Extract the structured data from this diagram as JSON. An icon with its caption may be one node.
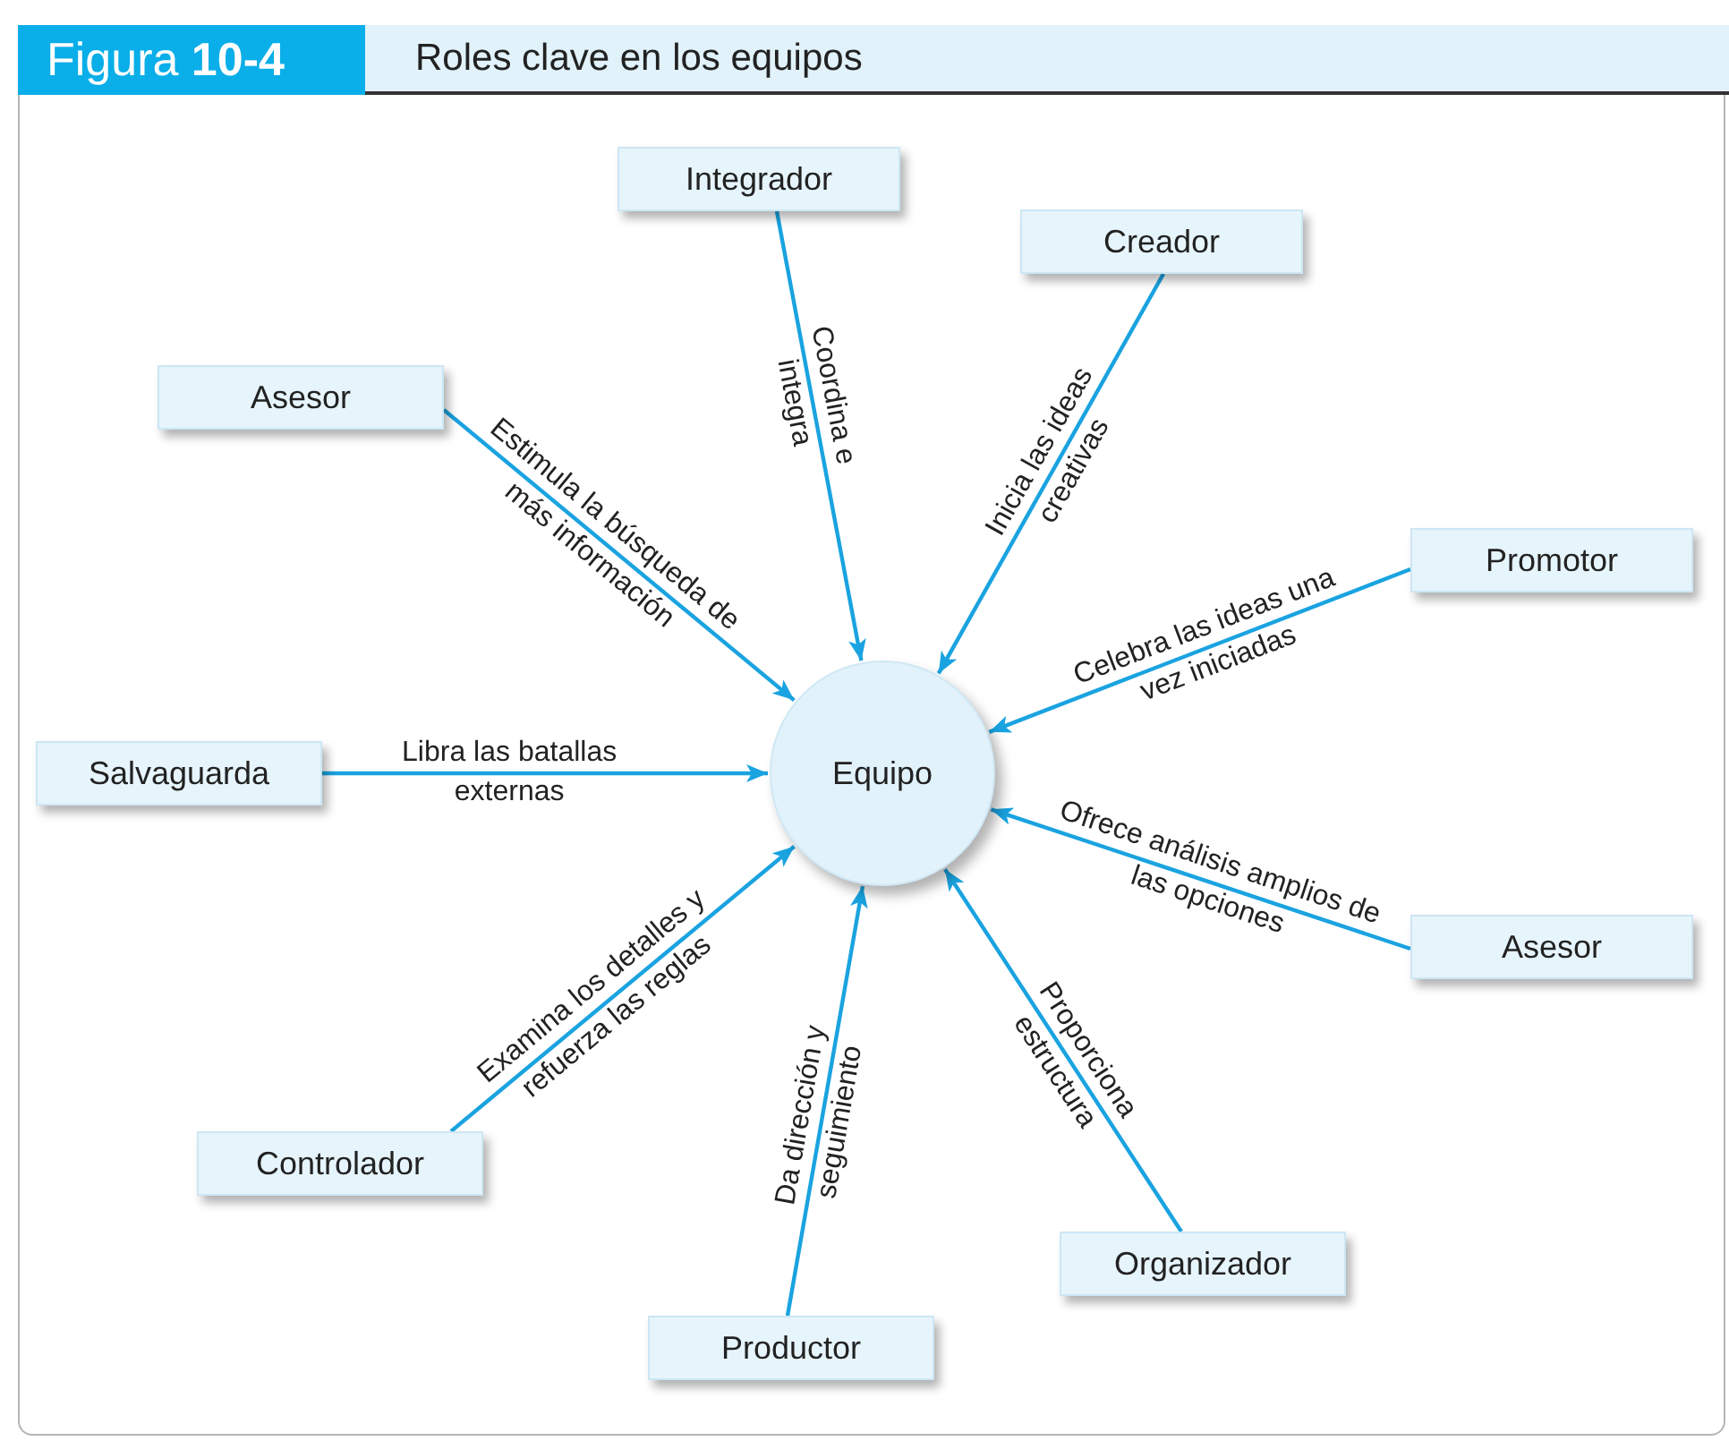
{
  "diagram": {
    "title": "Figura **10-4**",
    "caption": "Roles clave en los equipos",
    "nodes": [
      {
        "text": [
          "Equipo"
        ]
      },
      {
        "text": [
          "Integrador"
        ]
      },
      {
        "text": [
          "Creador"
        ]
      },
      {
        "text": [
          "Asesor"
        ]
      },
      {
        "text": [
          "Promotor"
        ]
      },
      {
        "text": [
          "Salvaguarda"
        ]
      },
      {
        "text": [
          "Asesor"
        ]
      },
      {
        "text": [
          "Controlador"
        ]
      },
      {
        "text": [
          "Organizador"
        ]
      },
      {
        "text": [
          "Productor"
        ]
      }
    ],
    "edges": [
      {
        "from": 1,
        "to": 0,
        "arrow": "to",
        "label": "Coordina e integra"
      },
      {
        "from": 2,
        "to": 0,
        "arrow": "to",
        "label": "Inicia las ideas creativas"
      },
      {
        "from": 3,
        "to": 0,
        "arrow": "to",
        "label": "Estimula la búsqueda de más información"
      },
      {
        "from": 4,
        "to": 0,
        "arrow": "to",
        "label": "Celebra las ideas una vez iniciadas"
      },
      {
        "from": 5,
        "to": 0,
        "arrow": "to",
        "label": "Libra las batallas externas"
      },
      {
        "from": 6,
        "to": 0,
        "arrow": "to",
        "label": "Ofrece análisis amplios de las opciones"
      },
      {
        "from": 7,
        "to": 0,
        "arrow": "to",
        "label": "Examina los detalles y refuerza las reglas"
      },
      {
        "from": 8,
        "to": 0,
        "arrow": "to",
        "label": "Proporciona estructura"
      },
      {
        "from": 9,
        "to": 0,
        "arrow": "to",
        "label": "Da dirección y seguimiento"
      }
    ]
  }
}
